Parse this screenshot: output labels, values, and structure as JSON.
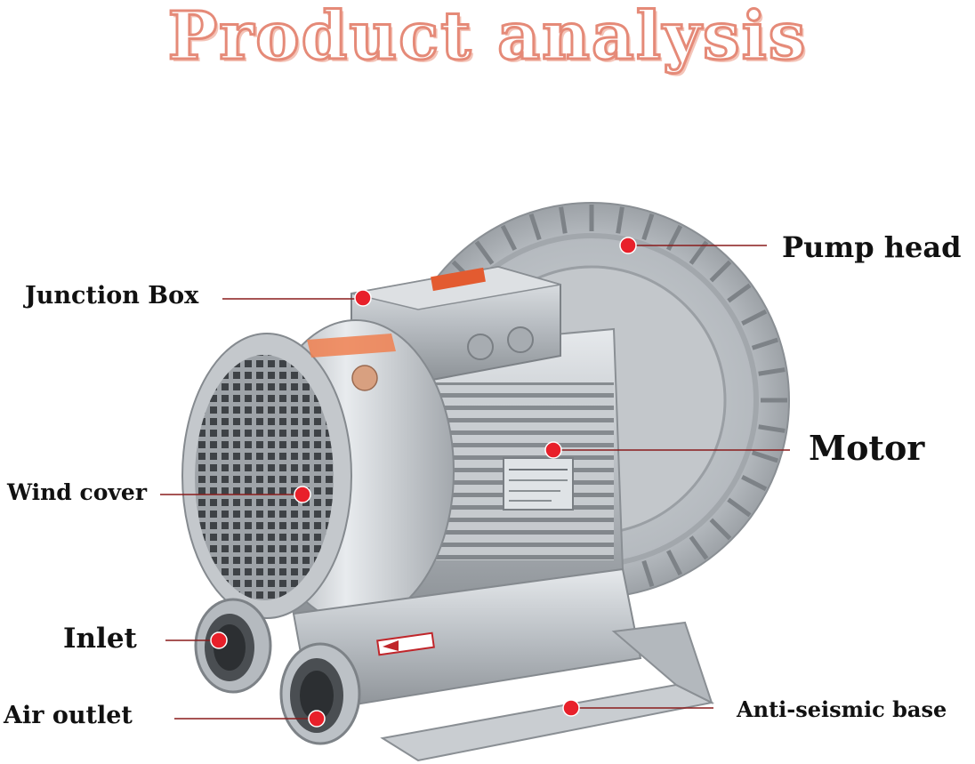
{
  "title": "Product analysis",
  "labels": {
    "junction_box": "Junction Box",
    "pump_head": "Pump head",
    "motor": "Motor",
    "wind_cover": "Wind cover",
    "inlet": "Inlet",
    "air_outlet": "Air outlet",
    "anti_seismic_base": "Anti-seismic base"
  },
  "colors": {
    "title_outline": "#e58a78",
    "marker": "#e8202a",
    "leader_line": "#8a1c1c",
    "metal": "#b9bec3"
  }
}
